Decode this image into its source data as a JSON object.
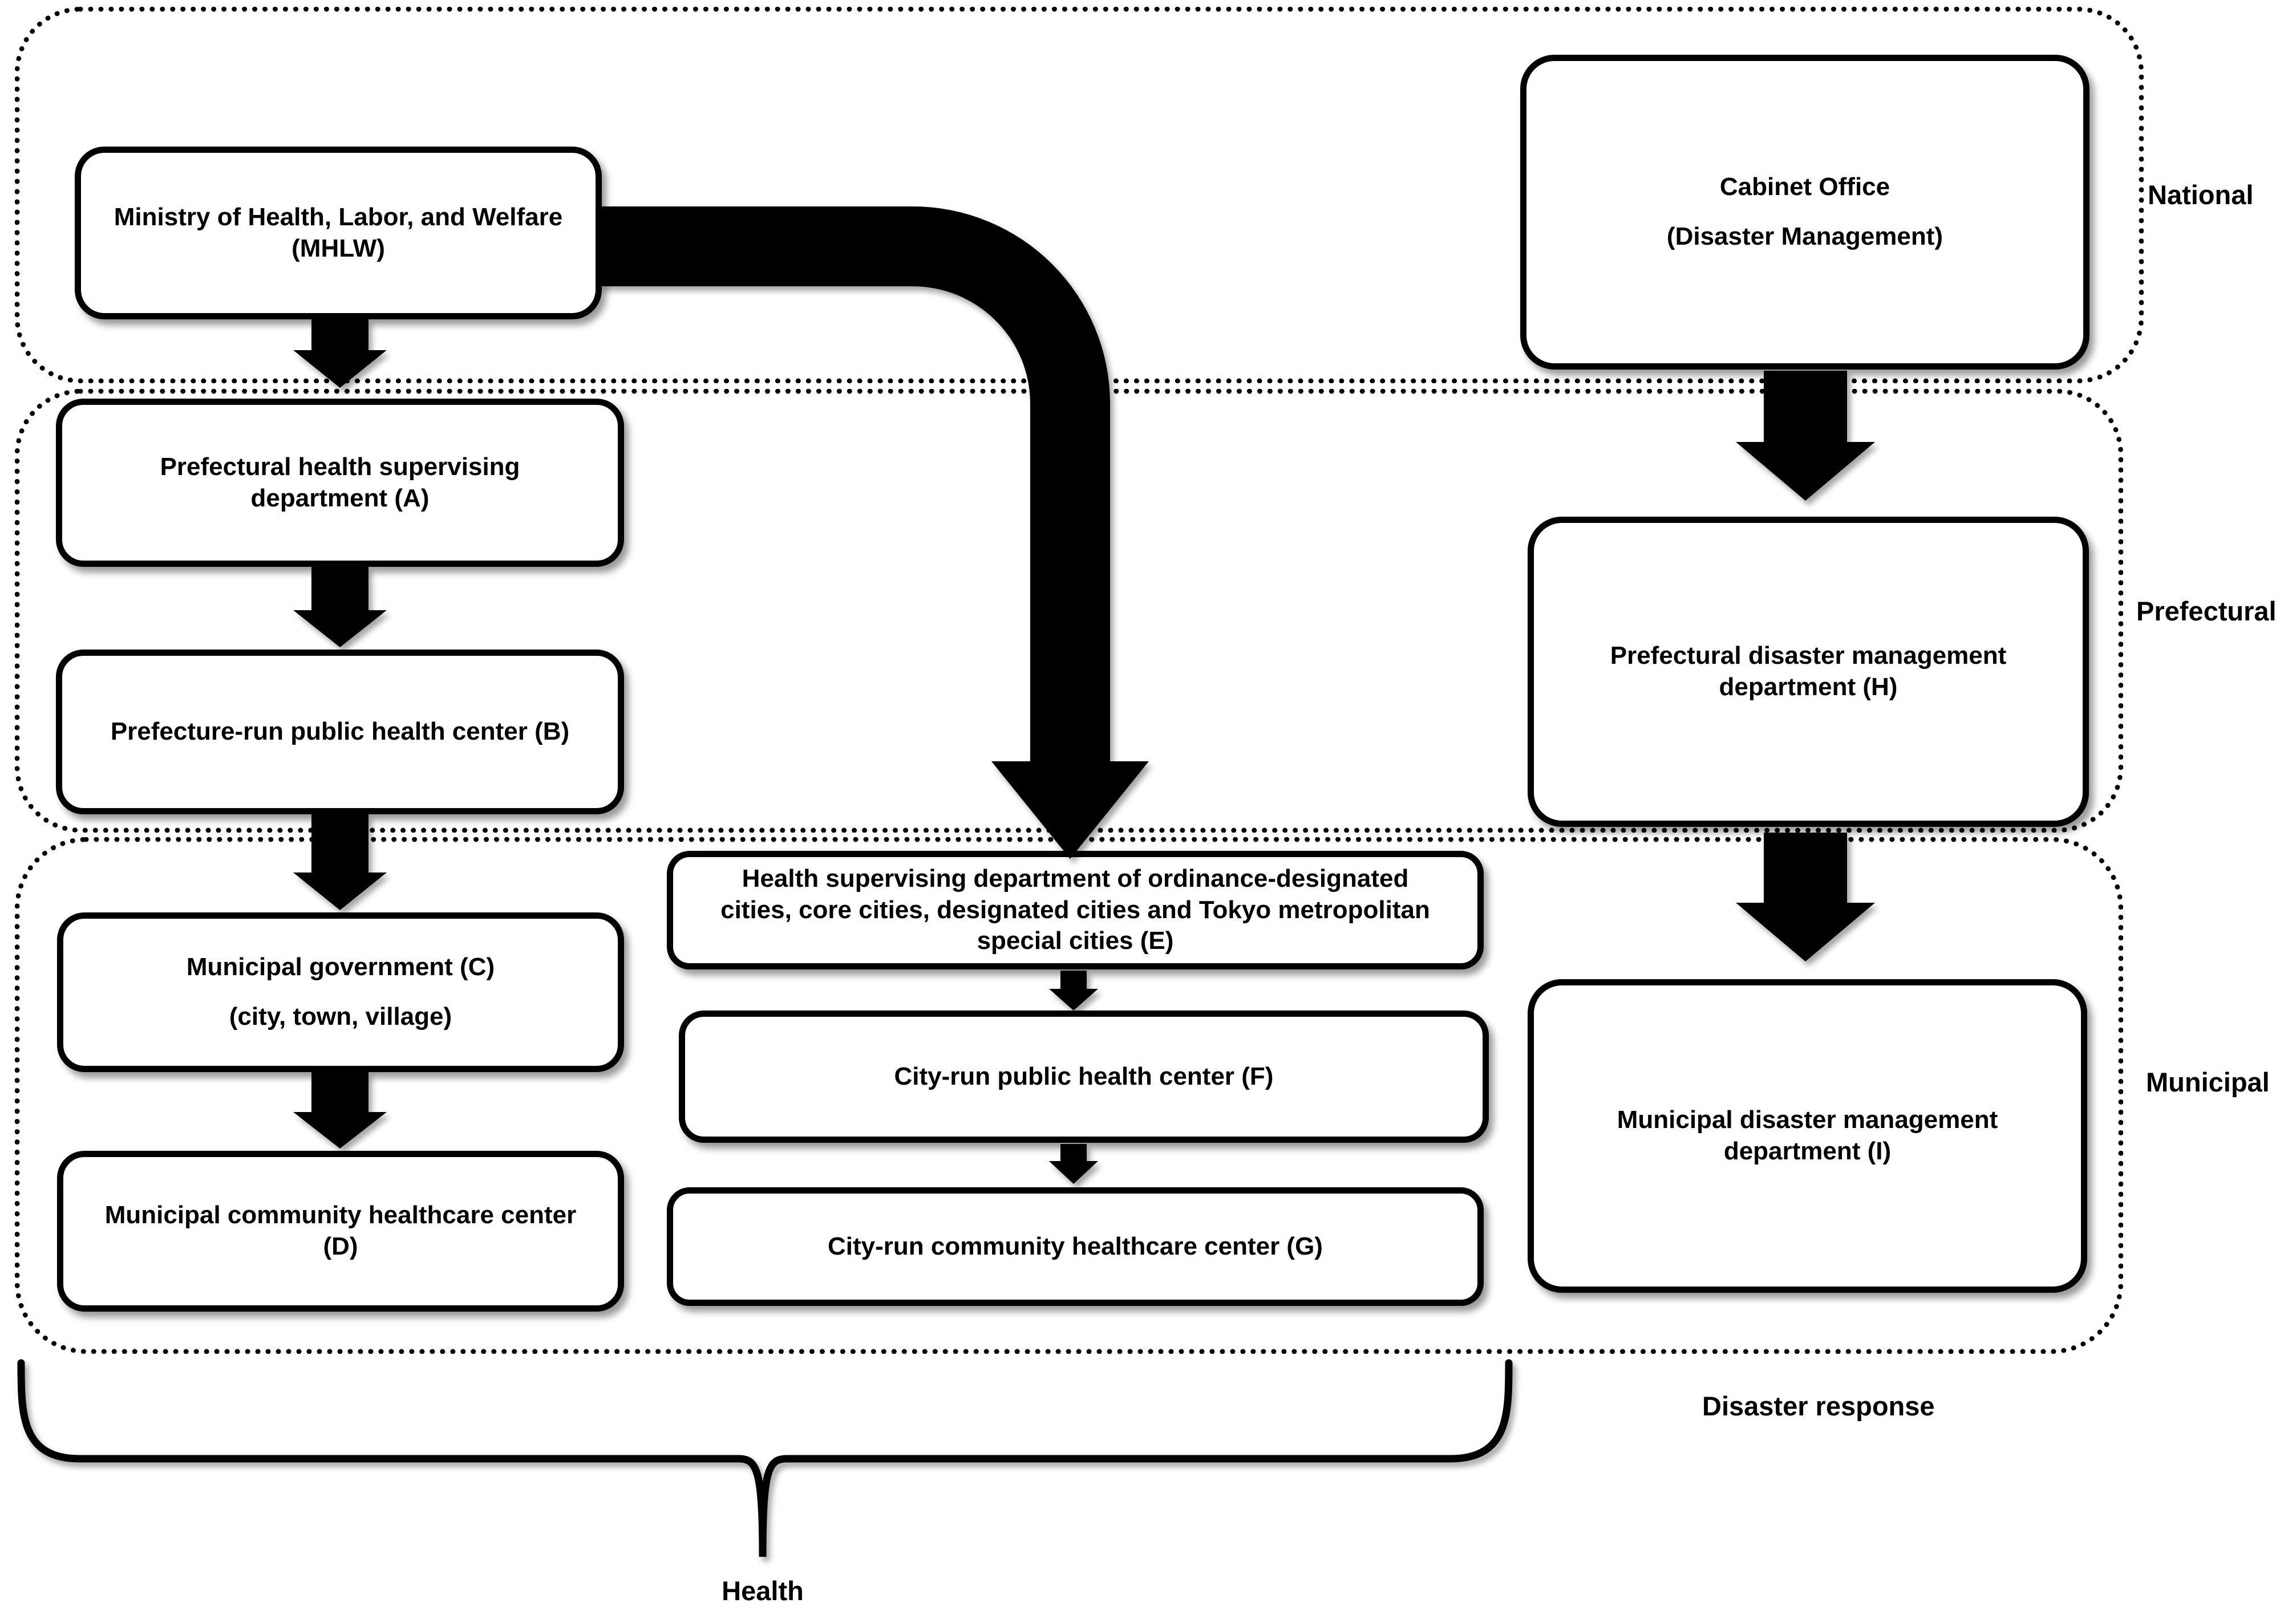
{
  "bands": [
    {
      "id": "national",
      "label": "National"
    },
    {
      "id": "prefectural",
      "label": "Prefectural"
    },
    {
      "id": "municipal",
      "label": "Municipal"
    }
  ],
  "boxes": {
    "mhlw": {
      "lines": [
        "Ministry of Health, Labor, and Welfare",
        "(MHLW)"
      ]
    },
    "cabinet": {
      "lines": [
        "Cabinet Office",
        "(Disaster Management)"
      ]
    },
    "a": {
      "lines": [
        "Prefectural health supervising",
        "department (A)"
      ]
    },
    "b": {
      "lines": [
        "Prefecture-run public health center (B)"
      ]
    },
    "c": {
      "lines": [
        "Municipal government (C)",
        "(city, town, village)"
      ]
    },
    "d": {
      "lines": [
        "Municipal community healthcare center",
        "(D)"
      ]
    },
    "e": {
      "lines": [
        "Health supervising department of ordinance-designated",
        "cities, core cities, designated cities and Tokyo metropolitan",
        "special cities (E)"
      ]
    },
    "f": {
      "lines": [
        "City-run public health center (F)"
      ]
    },
    "g": {
      "lines": [
        "City-run community healthcare center (G)"
      ]
    },
    "h": {
      "lines": [
        "Prefectural disaster management",
        "department (H)"
      ]
    },
    "i": {
      "lines": [
        "Municipal disaster management",
        "department (I)"
      ]
    }
  },
  "labels": {
    "health": "Health",
    "disaster_response": "Disaster response"
  },
  "connections": [
    {
      "from": "mhlw",
      "to": "a",
      "style": "arrow"
    },
    {
      "from": "mhlw",
      "to": "e",
      "style": "thick-elbow-arrow"
    },
    {
      "from": "a",
      "to": "b",
      "style": "arrow"
    },
    {
      "from": "b",
      "to": "c",
      "style": "arrow"
    },
    {
      "from": "c",
      "to": "d",
      "style": "arrow"
    },
    {
      "from": "e",
      "to": "f",
      "style": "arrow"
    },
    {
      "from": "f",
      "to": "g",
      "style": "arrow"
    },
    {
      "from": "cabinet",
      "to": "h",
      "style": "arrow"
    },
    {
      "from": "h",
      "to": "i",
      "style": "arrow"
    }
  ],
  "colors": {
    "ink": "#000000",
    "background": "#ffffff"
  }
}
